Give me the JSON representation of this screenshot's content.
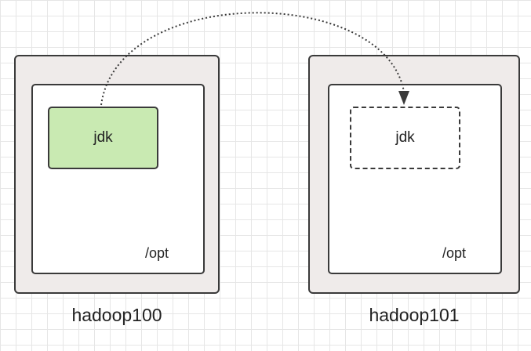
{
  "hosts": [
    {
      "name": "hadoop100",
      "dir": "/opt",
      "package": "jdk",
      "package_state": "existing"
    },
    {
      "name": "hadoop101",
      "dir": "/opt",
      "package": "jdk",
      "package_state": "copied"
    }
  ],
  "colors": {
    "host_fill": "#efebea",
    "source_package_fill": "#c9eab2",
    "border": "#3a3a3a"
  }
}
